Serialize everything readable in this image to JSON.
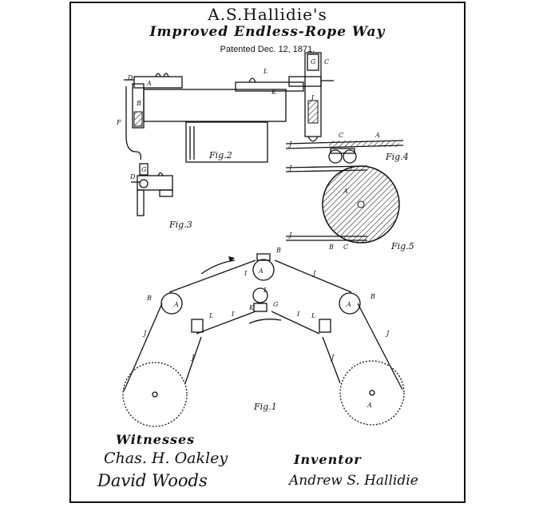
{
  "header": {
    "inventor_name": "A.S.Hallidie's",
    "title": "Improved Endless-Rope Way",
    "patent_date": "Patented Dec. 12, 1871."
  },
  "figures": {
    "fig1": "Fig.1",
    "fig2": "Fig.2",
    "fig3": "Fig.3",
    "fig4": "Fig.4",
    "fig5": "Fig.5"
  },
  "part_labels": [
    "A",
    "B",
    "C",
    "D",
    "F",
    "G",
    "I",
    "J",
    "K",
    "L"
  ],
  "footer": {
    "witnesses_label": "Witnesses",
    "witness_1": "Chas. H. Oakley",
    "witness_2": "David Woods",
    "inventor_label": "Inventor",
    "inventor_signature": "Andrew S. Hallidie"
  }
}
